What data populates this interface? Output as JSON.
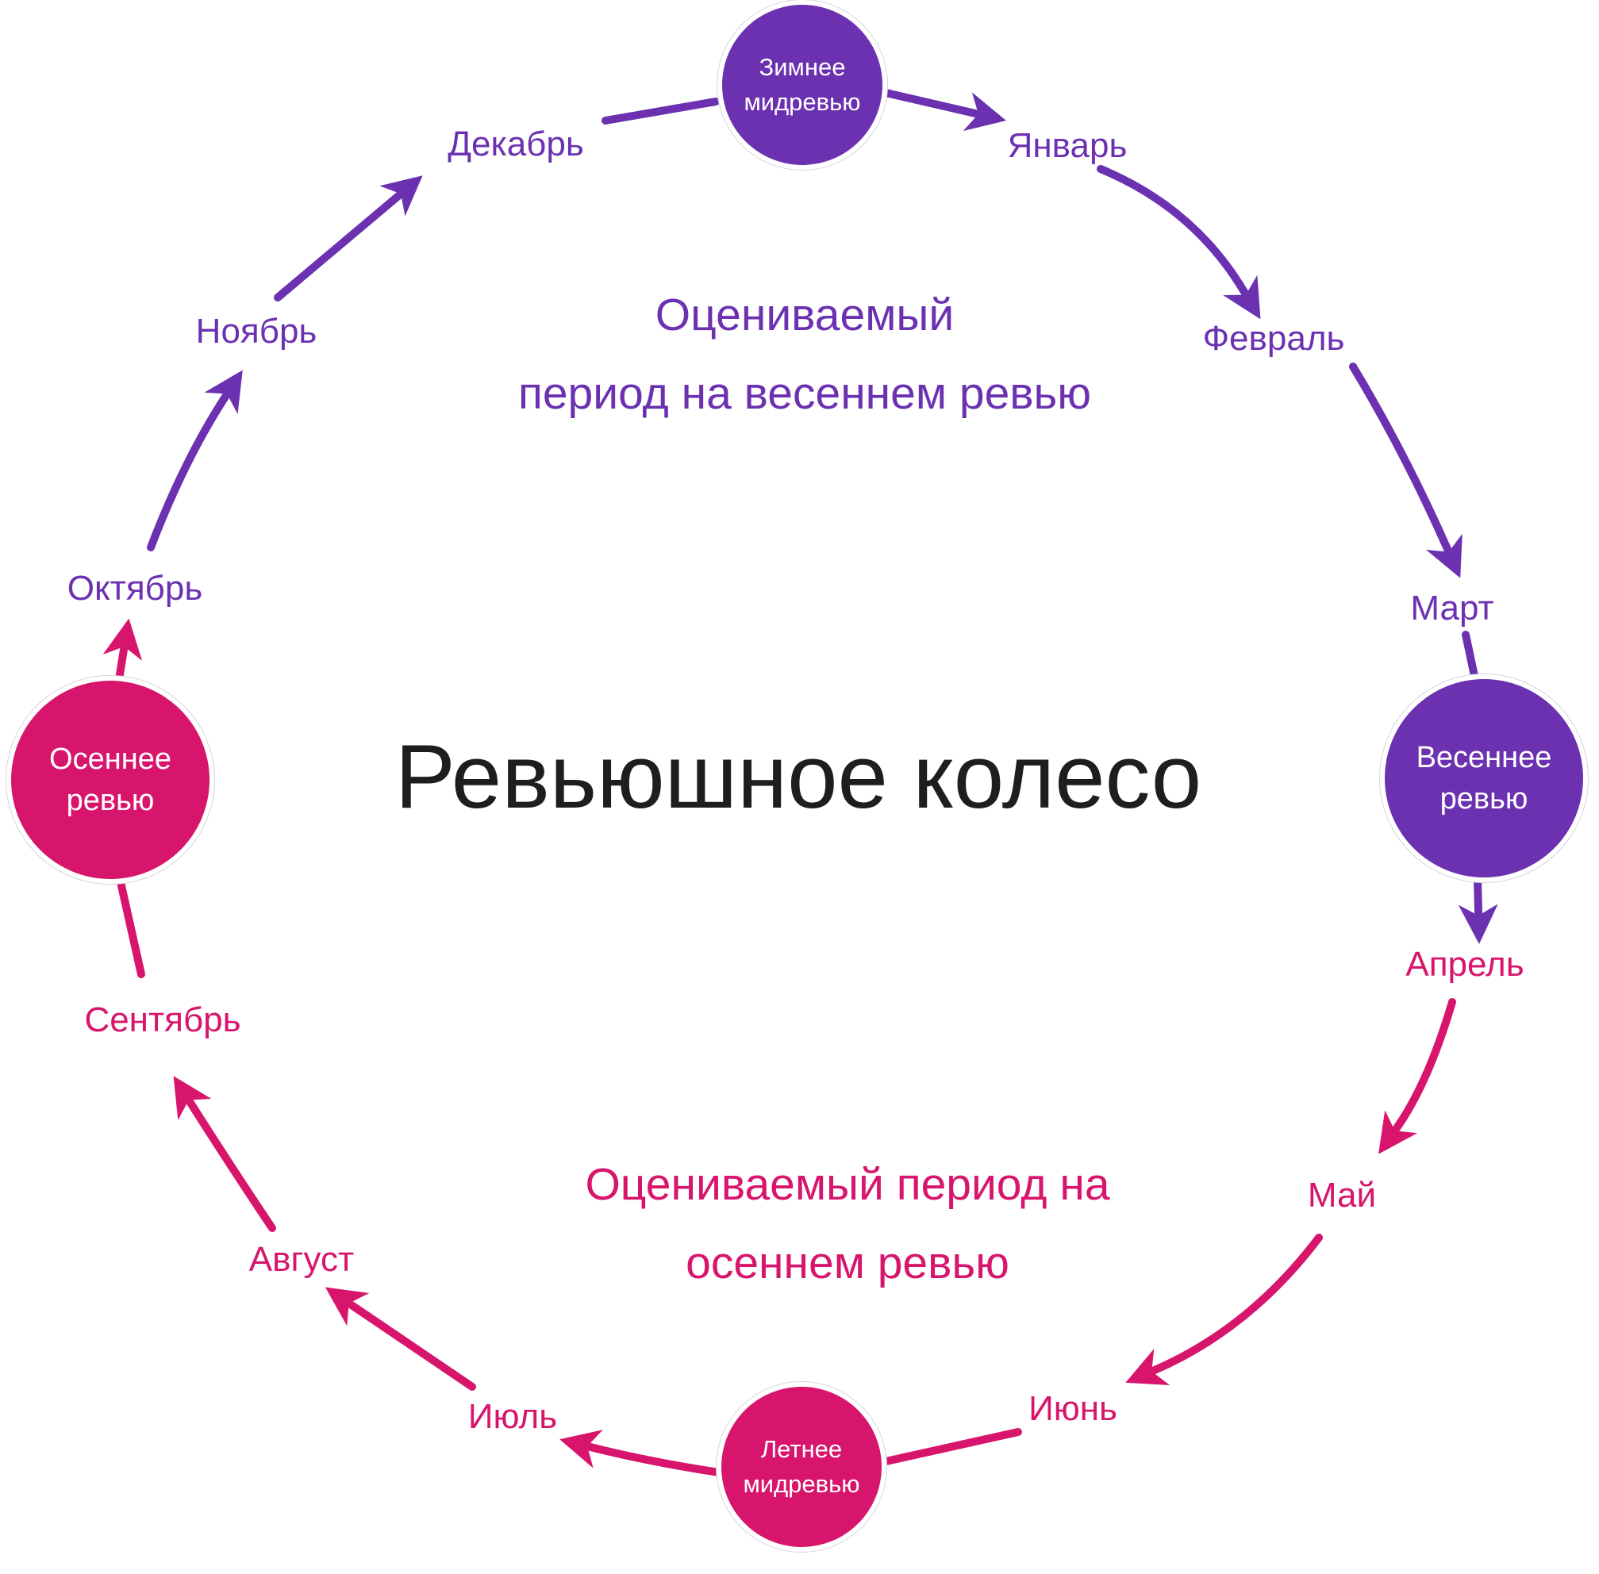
{
  "title": "Ревьюшное колесо",
  "colors": {
    "purple": "#6B31B1",
    "pink": "#D8156C",
    "text": "#1E1E1E"
  },
  "annotations": {
    "spring_period": {
      "line1": "Оцениваемый",
      "line2": "период на весеннем ревью"
    },
    "autumn_period": {
      "line1": "Оцениваемый период на",
      "line2": "осеннем ревью"
    }
  },
  "nodes": {
    "winter_midreview": {
      "line1": "Зимнее",
      "line2": "мидревью",
      "color": "purple"
    },
    "spring_review": {
      "line1": "Весеннее",
      "line2": "ревью",
      "color": "purple"
    },
    "summer_midreview": {
      "line1": "Летнее",
      "line2": "мидревью",
      "color": "pink"
    },
    "autumn_review": {
      "line1": "Осеннее",
      "line2": "ревью",
      "color": "pink"
    }
  },
  "months": [
    {
      "label": "Январь",
      "color": "purple"
    },
    {
      "label": "Февраль",
      "color": "purple"
    },
    {
      "label": "Март",
      "color": "purple"
    },
    {
      "label": "Апрель",
      "color": "pink"
    },
    {
      "label": "Май",
      "color": "pink"
    },
    {
      "label": "Июнь",
      "color": "pink"
    },
    {
      "label": "Июль",
      "color": "pink"
    },
    {
      "label": "Август",
      "color": "pink"
    },
    {
      "label": "Сентябрь",
      "color": "pink"
    },
    {
      "label": "Октябрь",
      "color": "purple"
    },
    {
      "label": "Ноябрь",
      "color": "purple"
    },
    {
      "label": "Декабрь",
      "color": "purple"
    }
  ]
}
